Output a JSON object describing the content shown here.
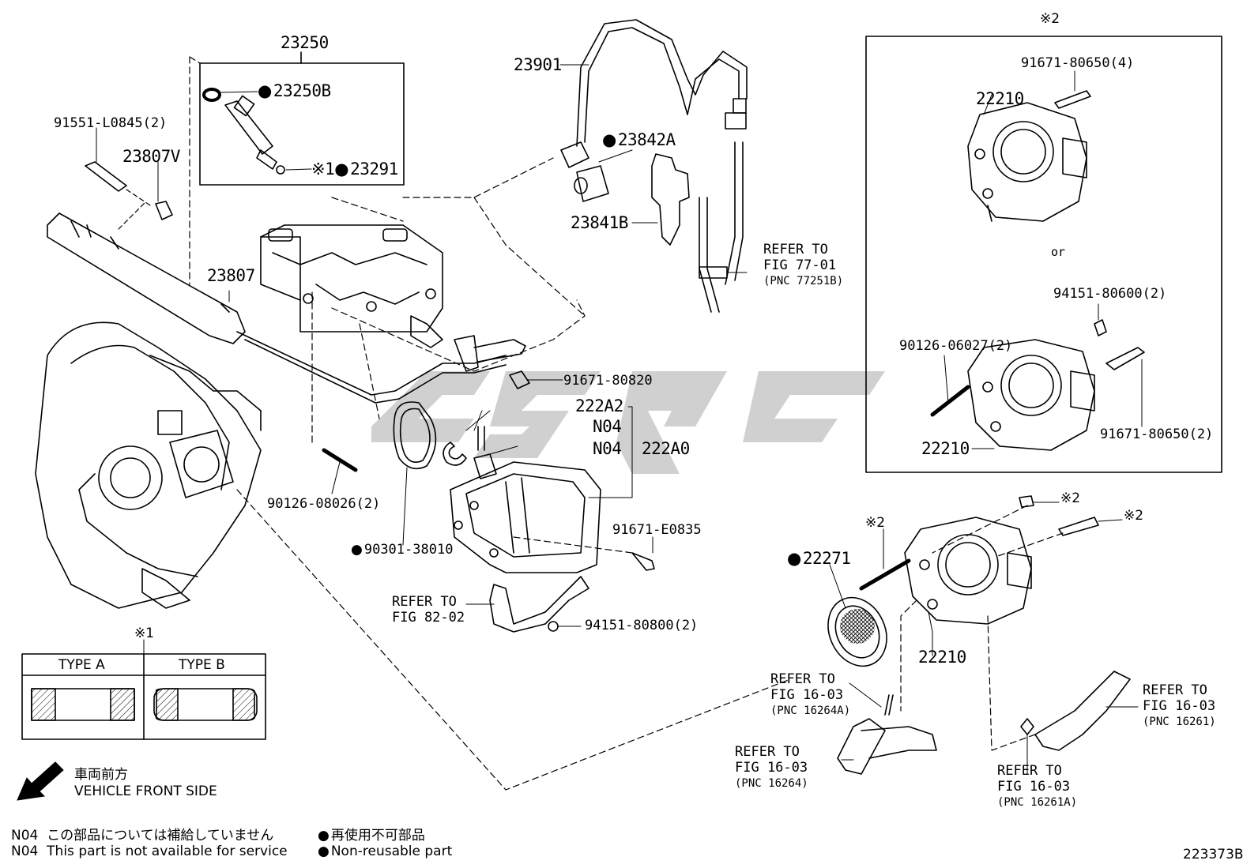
{
  "diagram_id": "223373B",
  "parts": {
    "p23250": "23250",
    "p23250b": "23250B",
    "p23291": "23291",
    "p91551": "91551-L0845(2)",
    "p23807v": "23807V",
    "p23807": "23807",
    "p23901": "23901",
    "p23842a": "23842A",
    "p23841b": "23841B",
    "p91671_80820": "91671-80820",
    "p222a2": "222A2",
    "p222a0": "222A0",
    "n04_a": "N04",
    "n04_b": "N04",
    "p90126_08026": "90126-08026(2)",
    "p90301": "90301-38010",
    "p91671_e0835": "91671-E0835",
    "p94151_80800": "94151-80800(2)",
    "p22271": "22271",
    "p22210_bottom": "22210",
    "p91671_80650_4": "91671-80650(4)",
    "p22210_box_top": "22210",
    "or_text": "or",
    "p94151_80600": "94151-80600(2)",
    "p90126_06027": "90126-06027(2)",
    "p91671_80650_2": "91671-80650(2)",
    "p22210_box_bottom": "22210"
  },
  "marks": {
    "note1": "※1",
    "note2": "※2"
  },
  "refs": {
    "r77": {
      "l1": "REFER TO",
      "l2": "FIG 77-01",
      "l3": "(PNC 77251B)"
    },
    "r82": {
      "l1": "REFER TO",
      "l2": "FIG 82-02"
    },
    "r16a": {
      "l1": "REFER TO",
      "l2": "FIG 16-03",
      "l3": "(PNC 16264A)"
    },
    "r16b": {
      "l1": "REFER TO",
      "l2": "FIG 16-03",
      "l3": "(PNC 16264)"
    },
    "r16c": {
      "l1": "REFER TO",
      "l2": "FIG 16-03",
      "l3": "(PNC 16261)"
    },
    "r16d": {
      "l1": "REFER TO",
      "l2": "FIG 16-03",
      "l3": "(PNC 16261A)"
    }
  },
  "type_table": {
    "mark": "※1",
    "col_a": "TYPE A",
    "col_b": "TYPE B"
  },
  "front": {
    "jp": "車両前方",
    "en": "VEHICLE FRONT SIDE"
  },
  "legend": {
    "n04_code": "N04",
    "n04_jp": "この部品については補給していません",
    "n04_en": "This part is not available for service",
    "nonreuse_jp": "再使用不可部品",
    "nonreuse_en": "Non-reusable part"
  },
  "colors": {
    "line": "#000000",
    "watermark": "#c8c8c8",
    "hatch": "#000000"
  }
}
